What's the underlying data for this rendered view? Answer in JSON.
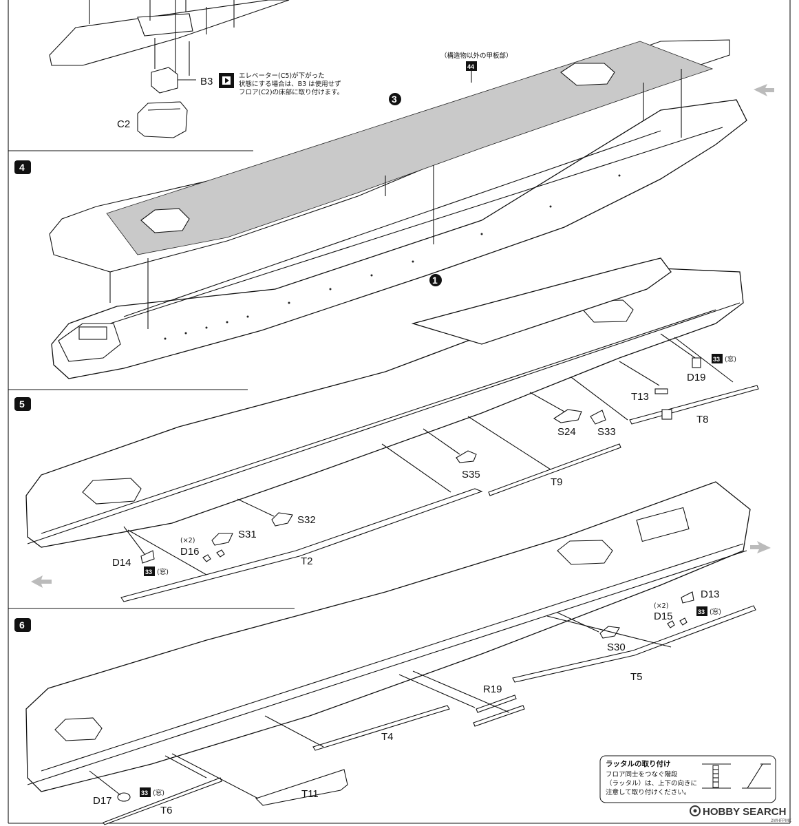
{
  "top_panel": {
    "parts": {
      "b3": "B3",
      "c2": "C2"
    },
    "note_lines": [
      "エレベーター(C5)が下がった",
      "状態にする場合は、B3 は使用せず",
      "フロア(C2)の床部に取り付けます。"
    ]
  },
  "step3": {
    "number": "3",
    "deck_note": "（構造物以外の甲板部）",
    "paint_badge": "44"
  },
  "step4": {
    "number": "4",
    "sub_step": "1"
  },
  "step5": {
    "number": "5",
    "parts": {
      "d19": "D19",
      "t13": "T13",
      "t8": "T8",
      "s24": "S24",
      "s33": "S33",
      "s35": "S35",
      "t9": "T9",
      "s32": "S32",
      "s31": "S31",
      "d16": "D16",
      "d16_qty": "(×2)",
      "d14": "D14",
      "t2": "T2"
    },
    "badge_d19": "33",
    "window_d19": "(窓)",
    "badge_d14": "33",
    "window_d14": "(窓)"
  },
  "step6": {
    "number": "6",
    "parts": {
      "d13": "D13",
      "d15": "D15",
      "d15_qty": "(×2)",
      "s30": "S30",
      "t5": "T5",
      "r19": "R19",
      "t4": "T4",
      "d17": "D17",
      "t6": "T6",
      "t11": "T11"
    },
    "badge_d13": "33",
    "window_d13": "(窓)",
    "badge_d17": "33",
    "window_d17": "(窓)"
  },
  "ladder_box": {
    "title": "ラッタルの取り付け",
    "lines": [
      "フロア同士をつなぐ階段",
      "（ラッタル）は、上下の向きに",
      "注意して取り付けください。"
    ]
  },
  "watermark": {
    "brand": "HOBBY SEARCH",
    "code": "2WHFPMK"
  }
}
